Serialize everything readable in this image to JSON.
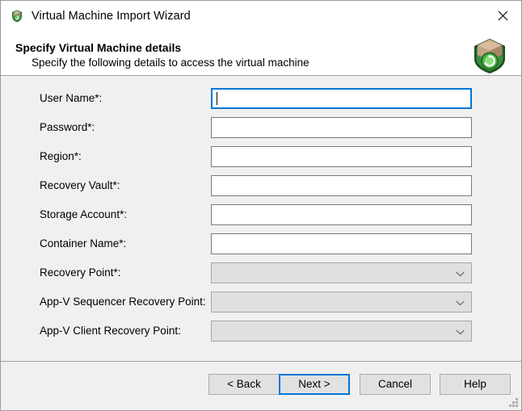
{
  "window": {
    "title": "Virtual Machine Import Wizard",
    "title_icon": "shield-box-icon",
    "close_icon": "close-icon",
    "resize_grip": "resize-grip"
  },
  "header": {
    "title": "Specify Virtual Machine details",
    "subtitle": "Specify the following details to access the virtual machine",
    "icon": "package-recovery-icon"
  },
  "form": {
    "rows": [
      {
        "label": "User Name*:",
        "type": "text",
        "value": "",
        "focused": true,
        "enabled": true
      },
      {
        "label": "Password*:",
        "type": "text",
        "value": "",
        "focused": false,
        "enabled": true
      },
      {
        "label": "Region*:",
        "type": "text",
        "value": "",
        "focused": false,
        "enabled": true
      },
      {
        "label": "Recovery Vault*:",
        "type": "text",
        "value": "",
        "focused": false,
        "enabled": true
      },
      {
        "label": "Storage Account*:",
        "type": "text",
        "value": "",
        "focused": false,
        "enabled": true
      },
      {
        "label": "Container Name*:",
        "type": "text",
        "value": "",
        "focused": false,
        "enabled": true
      },
      {
        "label": "Recovery Point*:",
        "type": "select",
        "value": "",
        "focused": false,
        "enabled": false
      },
      {
        "label": "App-V Sequencer Recovery Point:",
        "type": "select",
        "value": "",
        "focused": false,
        "enabled": false
      },
      {
        "label": "App-V Client Recovery Point:",
        "type": "select",
        "value": "",
        "focused": false,
        "enabled": false
      }
    ]
  },
  "footer": {
    "buttons": [
      {
        "label": "< Back",
        "name": "back-button",
        "default": false
      },
      {
        "label": "Next >",
        "name": "next-button",
        "default": true
      },
      {
        "label": "Cancel",
        "name": "cancel-button",
        "default": false
      },
      {
        "label": "Help",
        "name": "help-button",
        "default": false
      }
    ]
  },
  "colors": {
    "accent": "#0078d7",
    "window_bg": "#f0f0f0",
    "panel_bg": "#ffffff",
    "disabled_field": "#e0e0e0",
    "border": "#a0a0a0"
  }
}
